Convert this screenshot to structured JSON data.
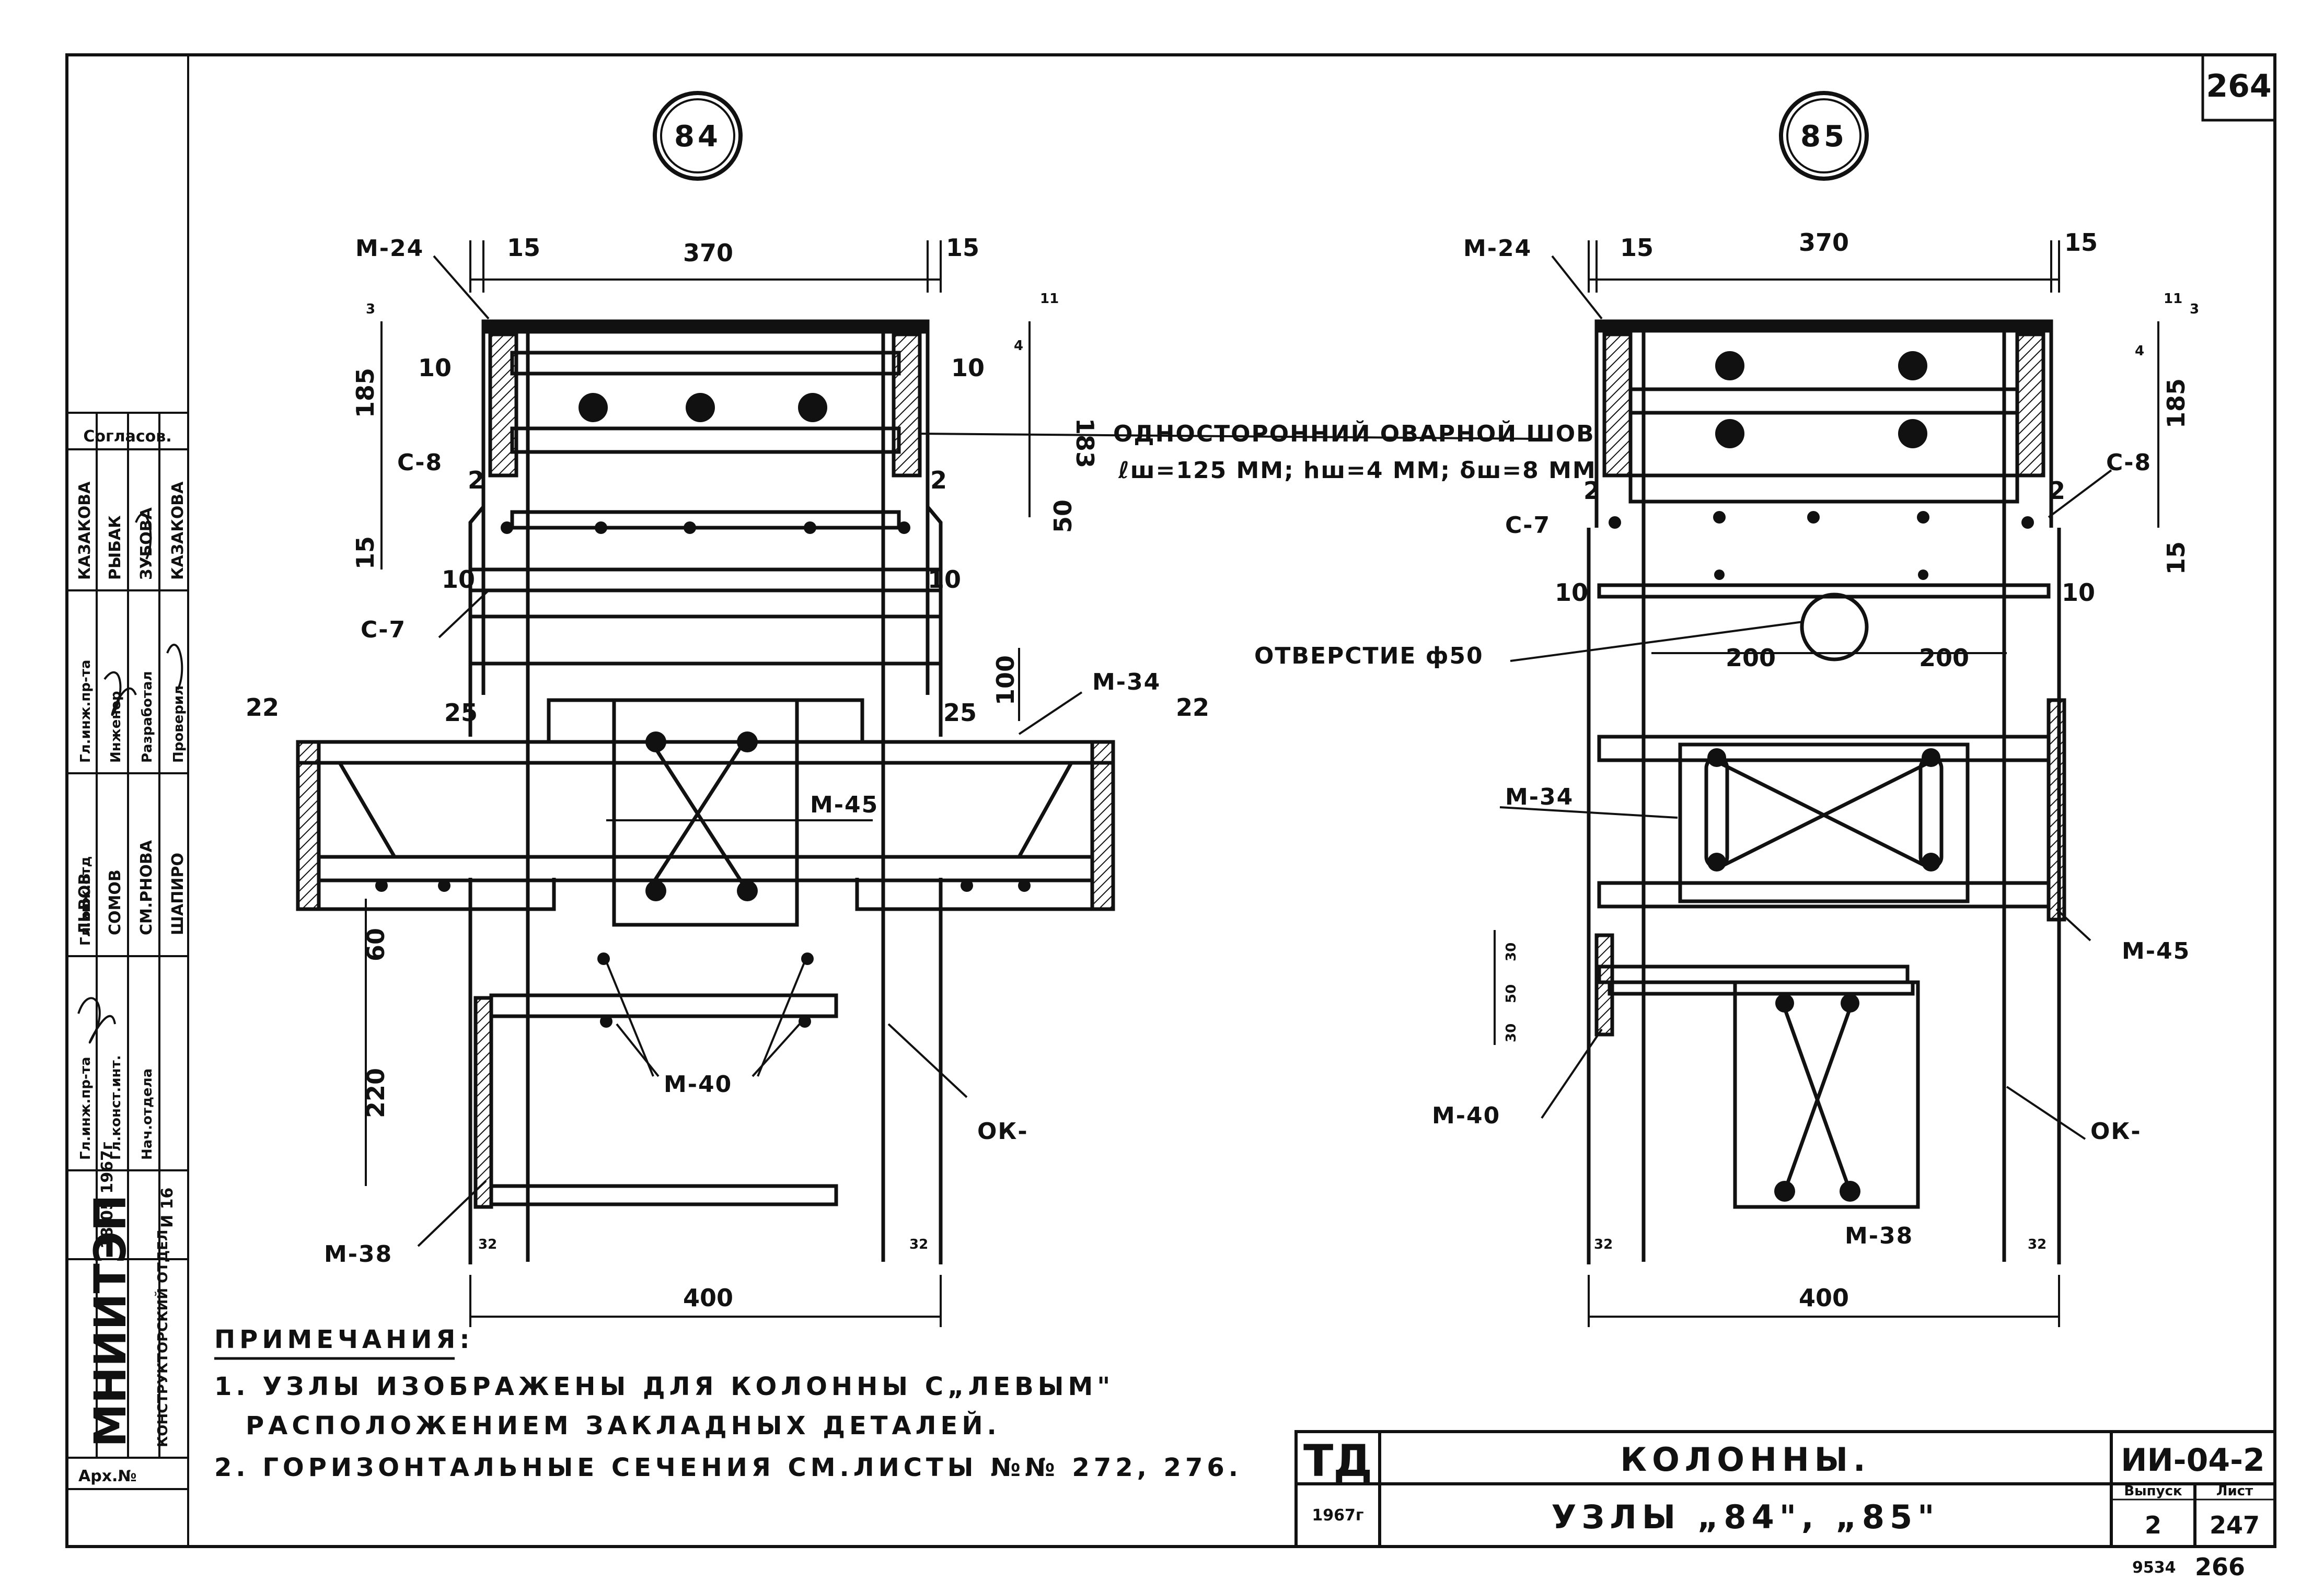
{
  "sheet": {
    "sheet_number": "264",
    "bottom_number_1": "9534",
    "bottom_number_2": "266"
  },
  "details": [
    {
      "id": "84",
      "width_top": "370",
      "side_left": "15",
      "side_right": "15",
      "width_bottom": "400",
      "labels": {
        "m24": "М-24",
        "c8": "С-8",
        "c7": "С-7",
        "m34": "М-34",
        "m45": "М-45",
        "m40": "М-40",
        "m38": "М-38",
        "ok": "ОК-",
        "sec_left": "22",
        "sec_right": "22",
        "sec_10_left": "10",
        "sec_10_right": "10"
      },
      "dims": {
        "d3": "3",
        "d11": "11",
        "d4": "4",
        "d185": "185",
        "d183": "183",
        "d2a": "2",
        "d2b": "2",
        "d15": "15",
        "d50": "50",
        "d10a": "10",
        "d10b": "10",
        "d100": "100",
        "d25a": "25",
        "d25b": "25",
        "d60": "60",
        "d220": "220",
        "d32a": "32",
        "d32b": "32"
      }
    },
    {
      "id": "85",
      "width_top": "370",
      "side_left": "15",
      "side_right": "15",
      "width_bottom": "400",
      "labels": {
        "m24": "М-24",
        "c8": "С-8",
        "c7": "С-7",
        "m34": "М-34",
        "m45": "М-45",
        "m40": "М-40",
        "m38": "М-38",
        "ok": "ОК-",
        "hole": "ОТВЕРСТИЕ ф50"
      },
      "dims": {
        "d3": "3",
        "d11": "11",
        "d4": "4",
        "d185": "185",
        "d2a": "2",
        "d2b": "2",
        "d15": "15",
        "d10a": "10",
        "d10b": "10",
        "d200a": "200",
        "d200b": "200",
        "d30a": "30",
        "d50": "50",
        "d30b": "30",
        "d32a": "32",
        "d32b": "32"
      }
    }
  ],
  "weld_note": {
    "line1": "ОДНОСТОРОННИЙ ОВАРНОЙ ШОВ",
    "line2": "ℓш=125 ММ; hш=4 ММ; δш=8 ММ"
  },
  "notes": {
    "heading": "ПРИМЕЧАНИЯ:",
    "items": [
      "1. УЗЛЫ ИЗОБРАЖЕНЫ ДЛЯ КОЛОННЫ С„ЛЕВЫМ\"",
      "РАСПОЛОЖЕНИЕМ ЗАКЛАДНЫХ ДЕТАЛЕЙ.",
      "2. ГОРИЗОНТАЛЬНЫЕ СЕЧЕНИЯ СМ.ЛИСТЫ №№ 272, 276."
    ]
  },
  "title_block": {
    "stamp": "ТД",
    "year": "1967г",
    "title_1": "КОЛОННЫ.",
    "title_2": "УЗЛЫ „84\", „85\"",
    "code": "ИИ-04-2",
    "issue_label": "Выпуск",
    "sheet_label": "Лист",
    "issue": "2",
    "sheet": "247"
  },
  "side_stamp": {
    "institute": "МНИИТЭП",
    "department": "КОНСТРУКТОРСКИЙ ОТДЕЛ",
    "date": "18.05 1967г",
    "sheet_code": "И 16",
    "archive": "Арх.№",
    "agreed": "Согласов.",
    "roles": [
      "Гл.инж.пр-та",
      "Гл.инж.отд",
      "Гл.конст.инт.",
      "Нач.отдела",
      "Гл.инж.пр-та",
      "Инженер",
      "Разработал",
      "Проверил"
    ],
    "names": [
      "ЛЬВОВ",
      "СОМОВ",
      "СМ.РНОВА",
      "ШАПИРО",
      "КАЗАКОВА",
      "РЫБАК",
      "ЗУБОВА",
      "КАЗАКОВА"
    ]
  }
}
